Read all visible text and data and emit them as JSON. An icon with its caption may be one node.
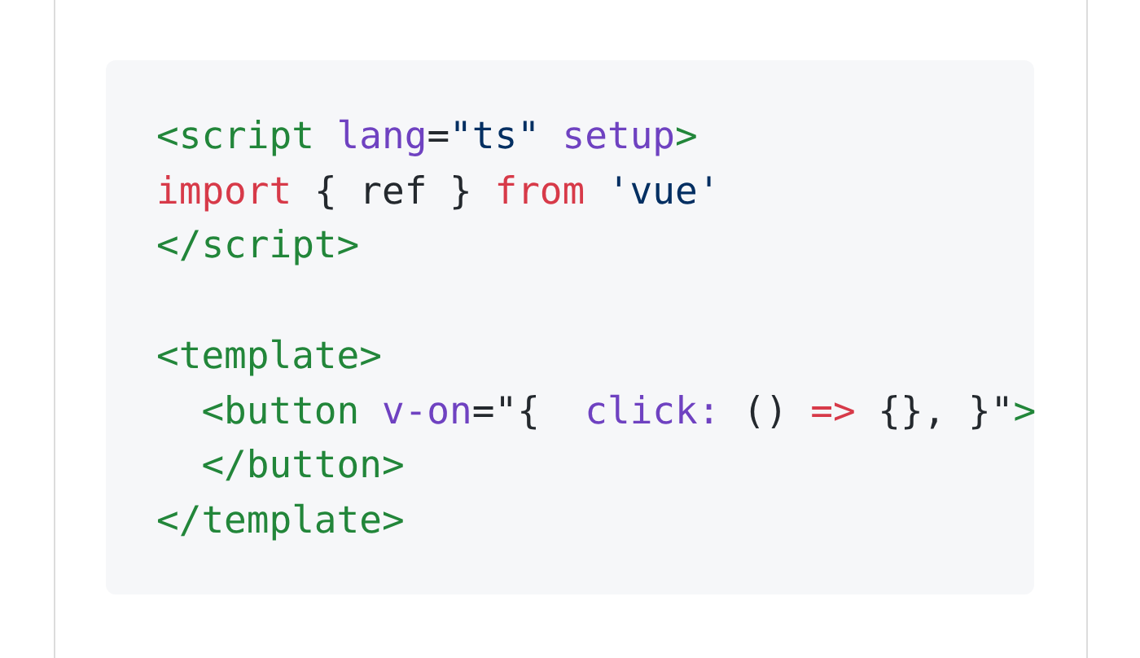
{
  "diagram": {
    "labels": [
      "<script lang=\"ts\" setup>",
      "import { ref } from 'vue'",
      "</script>",
      "<template>",
      "<button v-on=\"{  click: () => {}, }\">",
      "</button>",
      "</template>"
    ]
  }
}
